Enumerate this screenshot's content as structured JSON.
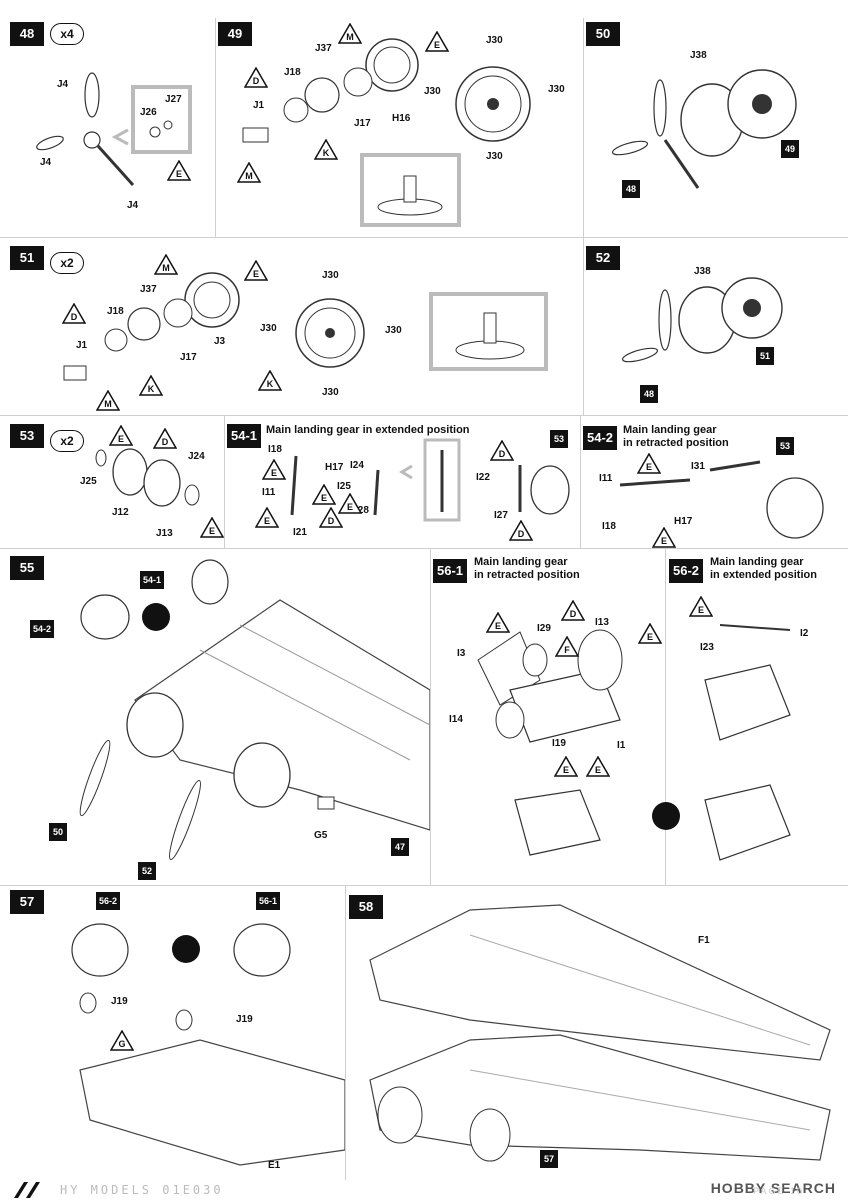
{
  "steps": {
    "s48": {
      "num": "48",
      "qty": "x4",
      "labels": [
        "J4",
        "J26",
        "J27",
        "J4",
        "J4"
      ],
      "tag": "E"
    },
    "s49": {
      "num": "49",
      "labels": [
        "J37",
        "J18",
        "J1",
        "J17",
        "H16",
        "J30",
        "J30",
        "J30",
        "J30"
      ],
      "tags": [
        "D",
        "M",
        "E",
        "K",
        "M"
      ]
    },
    "s50": {
      "num": "50",
      "labels": [
        "J38"
      ],
      "refs": [
        "49",
        "48"
      ]
    },
    "s51": {
      "num": "51",
      "qty": "x2",
      "labels": [
        "J37",
        "J18",
        "J1",
        "J17",
        "J3",
        "J30",
        "J30",
        "J30",
        "J30"
      ],
      "tags": [
        "D",
        "M",
        "E",
        "K",
        "M",
        "K"
      ]
    },
    "s52": {
      "num": "52",
      "labels": [
        "J38"
      ],
      "refs": [
        "51",
        "48"
      ]
    },
    "s53": {
      "num": "53",
      "qty": "x2",
      "labels": [
        "J25",
        "J12",
        "J13",
        "J24"
      ],
      "tags": [
        "E",
        "D",
        "E"
      ]
    },
    "s54_1": {
      "num": "54-1",
      "title": "Main landing gear in extended position",
      "labels": [
        "I18",
        "H17",
        "I11",
        "I21",
        "I24",
        "I25",
        "I28",
        "I22",
        "I27"
      ],
      "tags": [
        "E",
        "E",
        "E",
        "D",
        "E",
        "D",
        "D"
      ],
      "refs": [
        "53"
      ]
    },
    "s54_2": {
      "num": "54-2",
      "title_l1": "Main landing gear",
      "title_l2": "in retracted position",
      "labels": [
        "I11",
        "I31",
        "I18",
        "H17"
      ],
      "tags": [
        "E",
        "E"
      ],
      "refs": [
        "53"
      ]
    },
    "s55": {
      "num": "55",
      "labels": [
        "G5"
      ],
      "refs": [
        "54-1",
        "54-2",
        "50",
        "52",
        "47"
      ]
    },
    "s56_1": {
      "num": "56-1",
      "title_l1": "Main landing gear",
      "title_l2": "in retracted position",
      "labels": [
        "I3",
        "I29",
        "I13",
        "I14",
        "I19",
        "I1"
      ],
      "tags": [
        "E",
        "D",
        "F",
        "E",
        "E",
        "E"
      ]
    },
    "s56_2": {
      "num": "56-2",
      "title_l1": "Main landing gear",
      "title_l2": "in extended position",
      "labels": [
        "I2",
        "I23"
      ],
      "tags": [
        "E"
      ]
    },
    "s57": {
      "num": "57",
      "labels": [
        "J19",
        "J19",
        "E1"
      ],
      "tags": [
        "G"
      ],
      "refs": [
        "56-2",
        "56-1"
      ]
    },
    "s58": {
      "num": "58",
      "labels": [
        "F1"
      ],
      "refs": [
        "57"
      ]
    }
  },
  "footer": {
    "code": "HY MODELS 01E030",
    "watermark": "HOBBY SEARCH",
    "page": "PAGE 10"
  }
}
